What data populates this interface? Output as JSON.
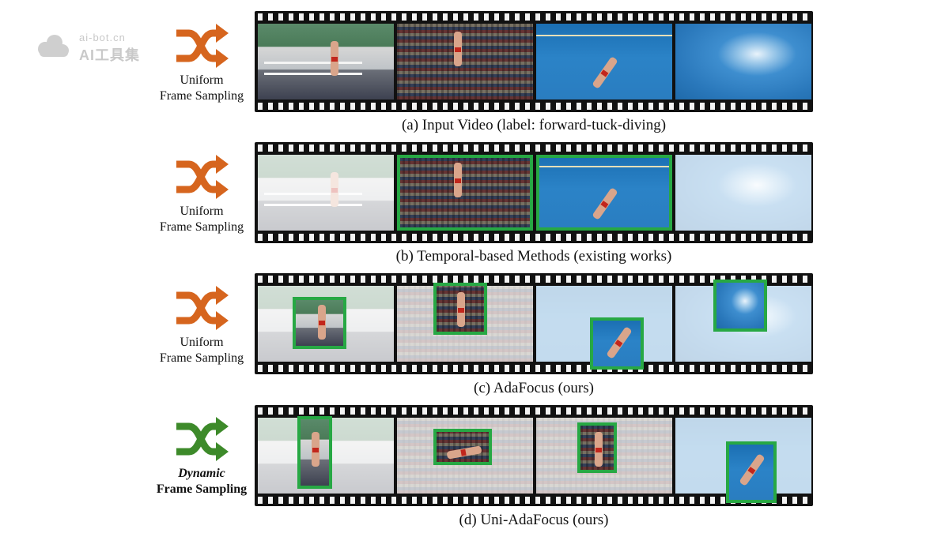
{
  "watermark": {
    "line1": "ai-bot.cn",
    "line2": "AI工具集"
  },
  "colors": {
    "uniform_icon": "#d6651e",
    "dynamic_icon": "#3d8a2a",
    "focus_box": "#27a844"
  },
  "rows": [
    {
      "sampler": {
        "icon": "shuffle-icon",
        "line1": "Uniform",
        "line2": "Frame Sampling",
        "style": "normal"
      },
      "caption": "(a) Input Video (label: forward-tuck-diving)"
    },
    {
      "sampler": {
        "icon": "shuffle-icon",
        "line1": "Uniform",
        "line2": "Frame Sampling",
        "style": "normal"
      },
      "caption": "(b) Temporal-based Methods (existing works)"
    },
    {
      "sampler": {
        "icon": "shuffle-icon",
        "line1": "Uniform",
        "line2": "Frame Sampling",
        "style": "normal"
      },
      "caption": "(c) AdaFocus (ours)"
    },
    {
      "sampler": {
        "icon": "shuffle-icon",
        "line1": "Dynamic",
        "line2": "Frame Sampling",
        "style": "bold"
      },
      "caption": "(d) Uni-AdaFocus (ours)"
    }
  ]
}
